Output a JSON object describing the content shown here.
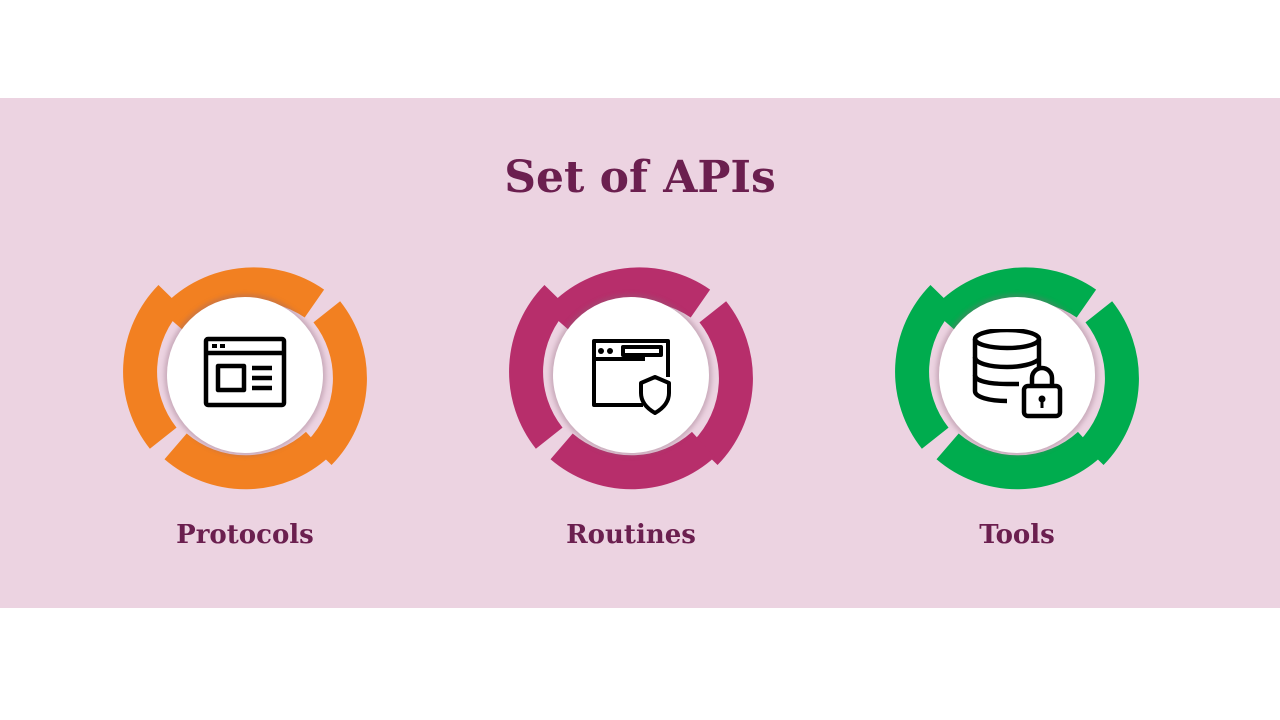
{
  "title": "Set of APIs",
  "items": [
    {
      "label": "Protocols",
      "color": "#f28021",
      "icon": "browser-window-layout-icon"
    },
    {
      "label": "Routines",
      "color": "#b72e6b",
      "icon": "browser-security-shield-icon"
    },
    {
      "label": "Tools",
      "color": "#00ac4e",
      "icon": "database-lock-icon"
    }
  ],
  "colors": {
    "band": "#ecd3e1",
    "text": "#6b1f4f"
  }
}
